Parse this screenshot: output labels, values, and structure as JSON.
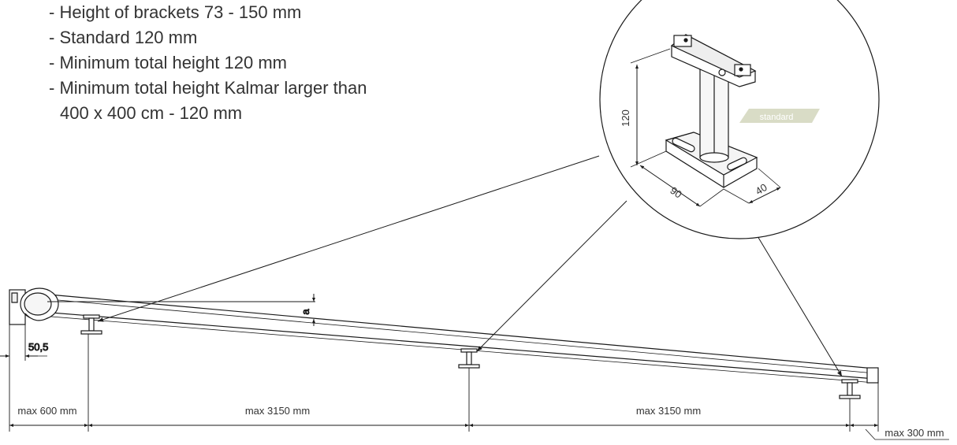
{
  "notes": [
    "- Height of brackets 73 - 150 mm",
    "- Standard 120 mm",
    "- Minimum total height 120 mm",
    "- Minimum total height Kalmar larger than",
    "400 x 400 cm - 120 mm"
  ],
  "detail": {
    "height_label": "120",
    "width_label": "90",
    "depth_label": "40",
    "tag_label": "standard"
  },
  "dimensions": {
    "offset_label": "50,5",
    "angle_label": "a",
    "first_span": "max 600 mm",
    "span_1": "max 3150 mm",
    "span_2": "max 3150 mm",
    "overhang": "max 300 mm"
  },
  "colors": {
    "tag_fill": "#d9dcc6",
    "tag_text": "#ffffff",
    "line": "#1a1a1a"
  }
}
